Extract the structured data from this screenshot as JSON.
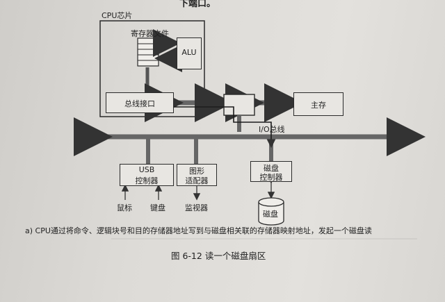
{
  "figure": {
    "top_fragment": "下端口。",
    "cpu_chip": "CPU芯片",
    "register_file": "寄存器文件",
    "alu": "ALU",
    "bus_interface": "总线接口",
    "main_memory": "主存",
    "io_bus": "I/O总线",
    "usb_controller": [
      "USB",
      "控制器"
    ],
    "graphics_adapter": [
      "图形",
      "适配器"
    ],
    "disk_controller": [
      "磁盘",
      "控制器"
    ],
    "mouse": "鼠标",
    "keyboard": "键盘",
    "monitor": "监视器",
    "disk": "磁盘",
    "subcaption": "a) CPU通过将命令、逻辑块号和目的存储器地址写到与磁盘相关联的存储器映射地址，发起一个磁盘读",
    "caption": "图 6-12   读一个磁盘扇区"
  }
}
